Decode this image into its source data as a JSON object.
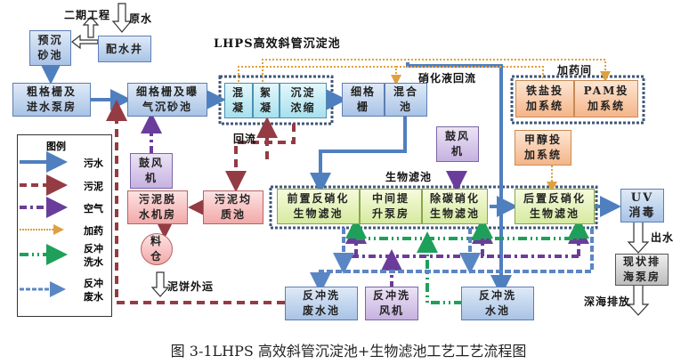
{
  "title": "LHPS高效斜管沉淀池+生物滤池工艺流程图",
  "caption": "图 3-1LHPS 高效斜管沉淀池+生物滤池工艺工艺流程图",
  "colors": {
    "sewage": "#4f7fbf",
    "sludge": "#943b44",
    "air": "#6a3d9a",
    "dosing": "#e0a040",
    "backwash_water": "#1fa05a",
    "backwash_waste": "#5b86c4"
  },
  "inputs": {
    "raw_water": "原水",
    "phase2": "二期工程"
  },
  "units": {
    "collection_well": "配水井",
    "pre_grit": "预沉\n砂池",
    "coarse_screen": "粗格栅及\n进水泵房",
    "fine_screen_grit": "细格栅及曝\n气沉砂池",
    "coag": "混\n凝",
    "floc": "絮\n凝",
    "settle": "沉淀\n浓缩",
    "fine_screen": "细格\n栅",
    "mix_tank": "混合\n池",
    "blower1": "鼓风\n机",
    "blower2": "鼓风\n机",
    "sludge_dewater": "污泥脱\n水机房",
    "sludge_equal": "污泥均\n质池",
    "hopper": "料\n仓",
    "pre_denit": "前置反硝化\n生物滤池",
    "mid_pump": "中间提\n升泵房",
    "carbon_nit": "除碳硝化\n生物滤池",
    "post_denit": "后置反硝化\n生物滤池",
    "uv": "UV\n消毒",
    "outfall_pump": "现状排\n海泵房",
    "iron_salt": "铁盐投\n加系统",
    "pam": "PAM投\n加系统",
    "methanol": "甲醇投\n加系统",
    "bw_waste_tank": "反冲洗\n废水池",
    "bw_blower": "反冲洗\n风机",
    "bw_water_tank": "反冲洗\n水池"
  },
  "group_labels": {
    "lhps": "LHPS高效斜管沉淀池",
    "dosing_room": "加药间",
    "biofilter": "生物滤池"
  },
  "flow_labels": {
    "reflux": "回流",
    "nitrate_reflux": "硝化液回流",
    "cake_out": "泥饼外运",
    "effluent": "出水",
    "deep_sea": "深海排放"
  },
  "legend": {
    "title": "图例",
    "items": [
      {
        "label": "污水",
        "type": "sewage"
      },
      {
        "label": "污泥",
        "type": "sludge"
      },
      {
        "label": "空气",
        "type": "air"
      },
      {
        "label": "加药",
        "type": "dosing"
      },
      {
        "label": "反冲\n洗水",
        "type": "backwash_water"
      },
      {
        "label": "反冲\n废水",
        "type": "backwash_waste"
      }
    ]
  }
}
